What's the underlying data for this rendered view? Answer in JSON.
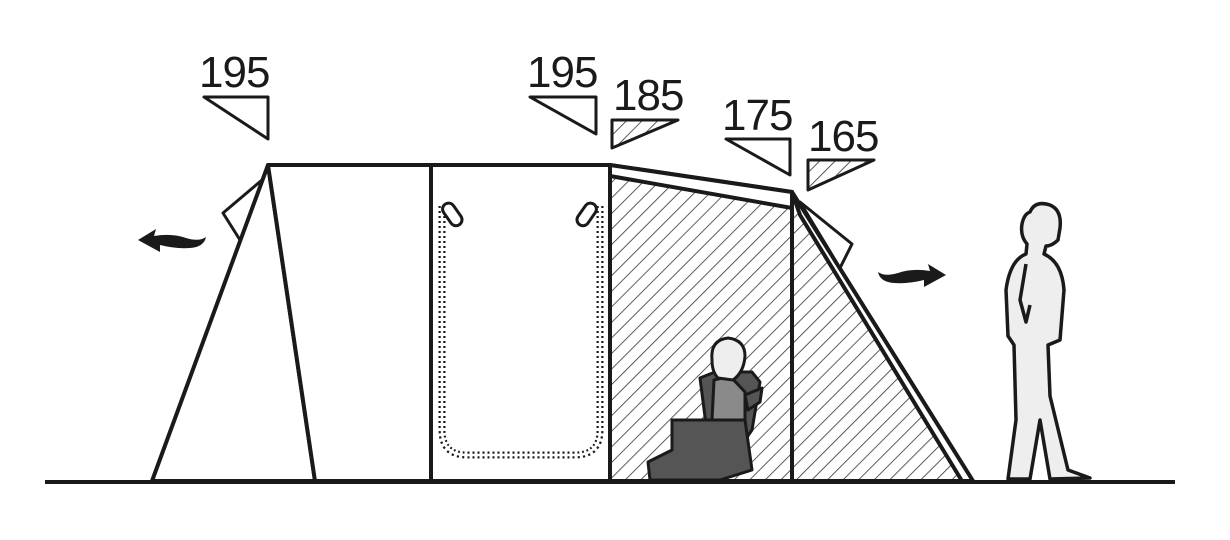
{
  "labels": {
    "height_1": "195",
    "height_2": "195",
    "height_3": "185",
    "height_4": "175",
    "height_5": "165"
  },
  "colors": {
    "stroke": "#1a1a1a",
    "fill_light": "#ffffff",
    "person_fill": "#eeeeee",
    "seated_dark": "#555555",
    "seated_mid": "#8a8a8a",
    "hatch": "#333333"
  },
  "icons": [
    "arrow-left-icon",
    "arrow-right-icon",
    "standing-person-icon",
    "seated-person-icon"
  ]
}
